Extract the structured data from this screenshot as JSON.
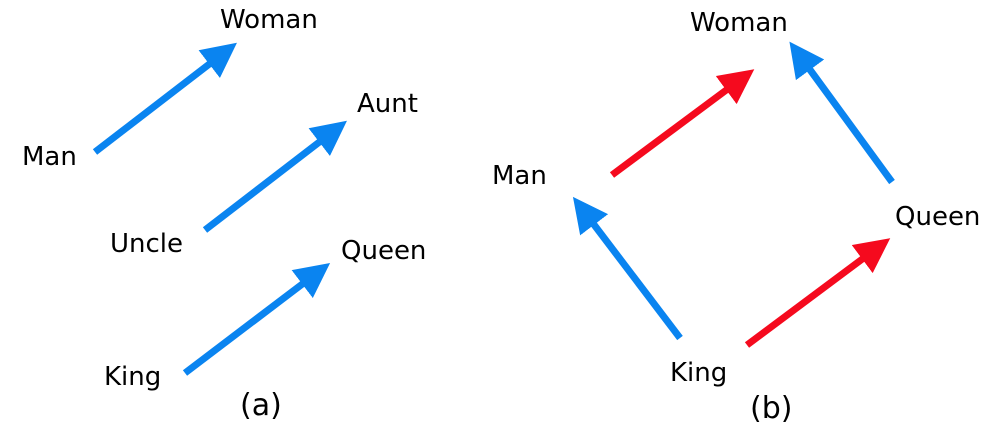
{
  "colors": {
    "blue": "#0a84f0",
    "red": "#f50a1e",
    "text": "#000000",
    "background": "#ffffff"
  },
  "panel_a": {
    "caption": "(a)",
    "words": {
      "man": "Man",
      "woman": "Woman",
      "uncle": "Uncle",
      "aunt": "Aunt",
      "king": "King",
      "queen": "Queen"
    },
    "arrows": [
      {
        "from": "Man",
        "to": "Woman",
        "color": "blue"
      },
      {
        "from": "Uncle",
        "to": "Aunt",
        "color": "blue"
      },
      {
        "from": "King",
        "to": "Queen",
        "color": "blue"
      }
    ]
  },
  "panel_b": {
    "caption": "(b)",
    "words": {
      "man": "Man",
      "woman": "Woman",
      "king": "King",
      "queen": "Queen"
    },
    "arrows": [
      {
        "from": "Man",
        "to": "Woman",
        "color": "red"
      },
      {
        "from": "King",
        "to": "Queen",
        "color": "red"
      },
      {
        "from": "King",
        "to": "Man",
        "color": "blue"
      },
      {
        "from": "Queen",
        "to": "Woman",
        "color": "blue"
      }
    ]
  }
}
